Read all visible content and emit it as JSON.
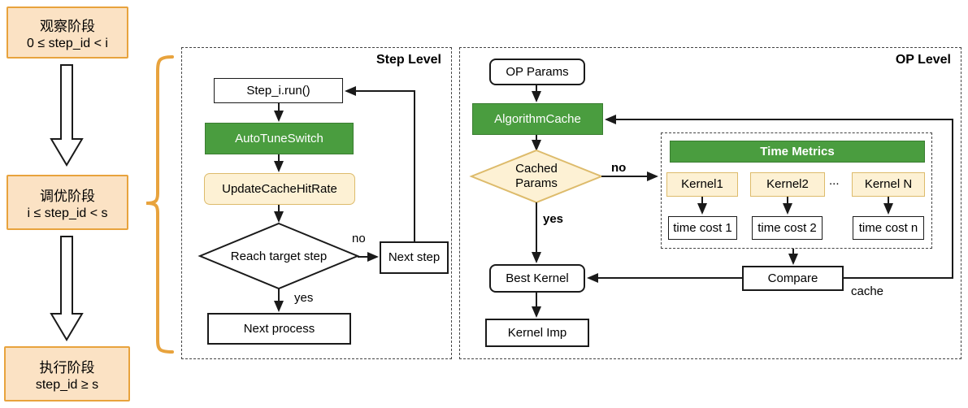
{
  "colors": {
    "green_fill": "#4a9d3f",
    "green_border": "#3a7d31",
    "cream_fill": "#fdf1d4",
    "cream_border": "#ddbb6b",
    "peach_fill": "#fbe2c4",
    "peach_border": "#e8a33d",
    "brace": "#e8a33d",
    "line": "#1a1a1a"
  },
  "phases": {
    "observe": {
      "title": "观察阶段",
      "condition": "0 ≤ step_id < i"
    },
    "tune": {
      "title": "调优阶段",
      "condition": "i ≤ step_id < s"
    },
    "execute": {
      "title": "执行阶段",
      "condition": "step_id ≥ s"
    }
  },
  "step_level": {
    "title": "Step Level",
    "nodes": {
      "step_run": "Step_i.run()",
      "autotune_switch": "AutoTuneSwitch",
      "update_cache_hit_rate": "UpdateCacheHitRate",
      "reach_target_step": "Reach target step",
      "next_step": "Next step",
      "next_process": "Next process"
    },
    "labels": {
      "no": "no",
      "yes": "yes"
    }
  },
  "op_level": {
    "title": "OP Level",
    "nodes": {
      "op_params": "OP Params",
      "algorithm_cache": "AlgorithmCache",
      "cached_params": "Cached Params",
      "best_kernel": "Best Kernel",
      "kernel_imp": "Kernel Imp",
      "compare": "Compare"
    },
    "labels": {
      "no": "no",
      "yes": "yes",
      "cache": "cache",
      "dots": "..."
    },
    "time_metrics": {
      "title": "Time Metrics",
      "kernels": [
        "Kernel1",
        "Kernel2",
        "Kernel N"
      ],
      "time_costs": [
        "time cost 1",
        "time cost 2",
        "time cost n"
      ]
    }
  }
}
